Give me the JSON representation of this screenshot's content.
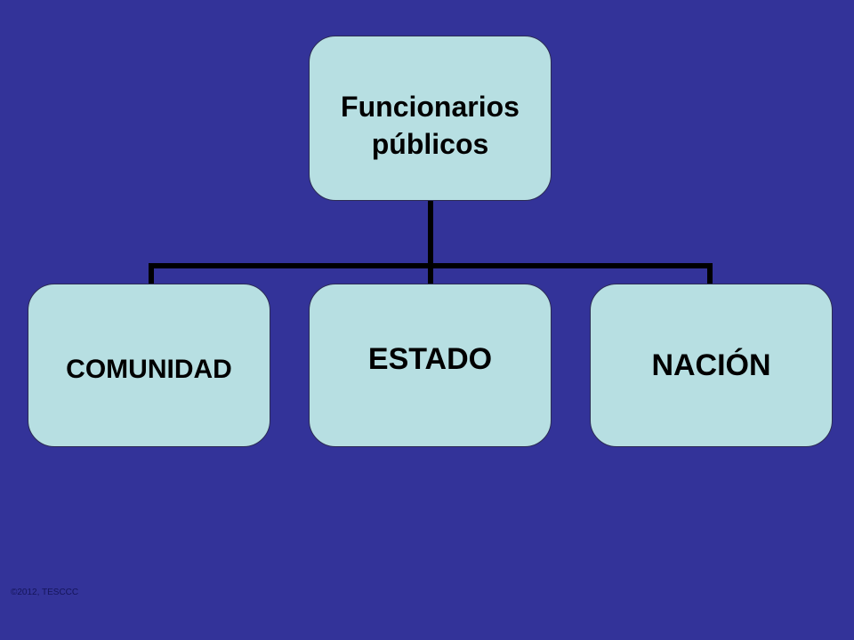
{
  "diagram": {
    "root": {
      "label": "Funcionarios públicos"
    },
    "children": [
      {
        "label": "COMUNIDAD"
      },
      {
        "label": "ESTADO"
      },
      {
        "label": "NACIÓN"
      }
    ]
  },
  "footer": {
    "copyright": "©2012, TESCCC"
  },
  "colors": {
    "background": "#333399",
    "node_fill": "#b7dfe2",
    "connector": "#000000"
  }
}
